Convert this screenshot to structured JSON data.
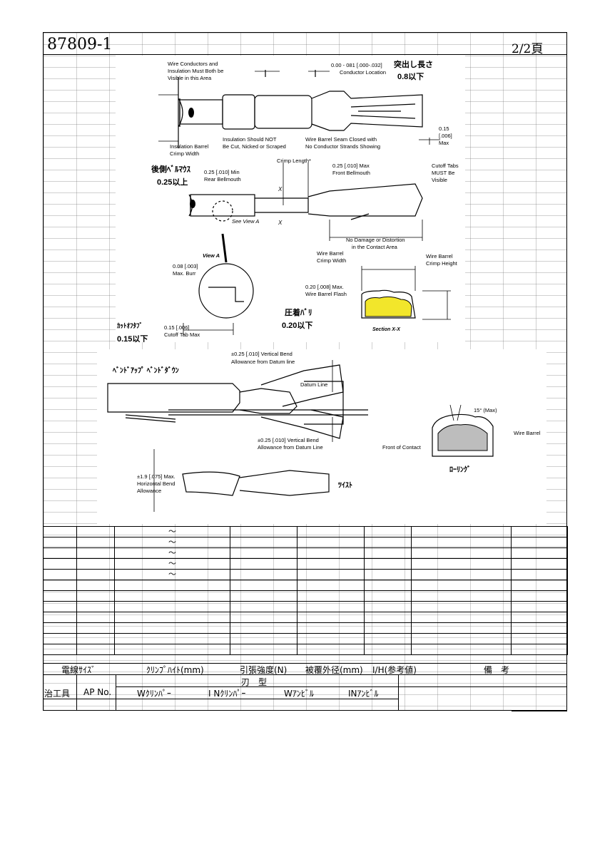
{
  "header": {
    "part_number": "87809-1",
    "page": "2/2頁"
  },
  "drawing_top": {
    "wire_conductors_note": [
      "Wire Conductors and",
      "Insulation Must Both be",
      "Visible in this Area"
    ],
    "conductor_location": [
      "0.00 - 081 [.000-.032]",
      "Conductor Location"
    ],
    "protrusion_jp": [
      "突出し長さ",
      "0.8以下"
    ],
    "insulation_barrel": [
      "Insulation Barrel",
      "Crimp Width"
    ],
    "insulation_not_cut": [
      "Insulation Should NOT",
      "Be Cut, Nicked or Scraped"
    ],
    "seam_closed": [
      "Wire Barrel Seam Closed with",
      "No Conductor Strands Showing"
    ],
    "max_015": [
      "0.15",
      "[.006]",
      "Max"
    ],
    "rear_bellmouth_jp": [
      "後側ﾍﾞﾙﾏｳｽ",
      "0.25以上"
    ],
    "rear_bellmouth": [
      "0.25 [.010] Min",
      "Rear Bellmouth"
    ],
    "crimp_length": "Crimp Length*",
    "front_bellmouth": [
      "0.25 [.010] Max",
      "Front Bellmouth"
    ],
    "cutoff_tabs": [
      "Cutoff Tabs",
      "MUST Be",
      "Visible"
    ],
    "see_view_a": "See View A",
    "x_mark": "X",
    "no_damage": [
      "No Damage or Distortion",
      "in the Contact Area"
    ],
    "view_a": "View A",
    "max_burr": [
      "0.08 [.003]",
      "Max. Burr"
    ],
    "wire_barrel_crimp_width": [
      "Wire Barrel",
      "Crimp Width"
    ],
    "wire_barrel_crimp_height": [
      "Wire Barrel",
      "Crimp Height"
    ],
    "wire_barrel_flash": [
      "0.20 [.008] Max.",
      "Wire Barrel Flash"
    ],
    "crimp_burr_jp": [
      "圧着ﾊﾞﾘ",
      "0.20以下"
    ],
    "section": "Section X-X",
    "cutoff_tab_jp": [
      "ｶｯﾄｵﾌﾀﾌﾞ",
      "0.15以下"
    ],
    "cutoff_tab_max": [
      "0.15 [.006]",
      "Cutoff Tab Max"
    ]
  },
  "drawing_bottom": {
    "bend_jp": "ﾍﾞﾝﾄﾞｱｯﾌﾟ  ﾍﾞﾝﾄﾞﾀﾞｳﾝ",
    "vertical_bend_top": [
      "±0.25 [.010] Vertical Bend",
      "Allowance from Datum line"
    ],
    "datum_line": "Datum Line",
    "vertical_bend_bottom": [
      "±0.25 [.010] Vertical Bend",
      "Allowance from Datum Line"
    ],
    "horizontal_bend": [
      "±1.9 [.075] Max.",
      "Horizontal Bend",
      "Allowance"
    ],
    "twist_jp": "ﾂｲｽﾄ",
    "angle_max": "15° (Max)",
    "front_of_contact": "Front of Contact",
    "wire_barrel": "Wire Barrel",
    "rolling_jp": "ﾛｰﾘﾝｸﾞ"
  },
  "table": {
    "tilde": "～",
    "headers": [
      "電線ｻｲｽﾞ",
      "ｸﾘﾝﾌﾟﾊｲﾄ(mm)",
      "引張強度(N)",
      "被覆外径(mm)",
      "I/H(参考値)",
      "備　考"
    ],
    "die_label": "刃　型",
    "tool_headers": [
      "治工具",
      "AP No.",
      "Wｸﾘﾝﾊﾟｰ",
      "I Nｸﾘﾝﾊﾟｰ",
      "Wｱﾝﾋﾞﾙ",
      "INｱﾝﾋﾞﾙ"
    ]
  }
}
